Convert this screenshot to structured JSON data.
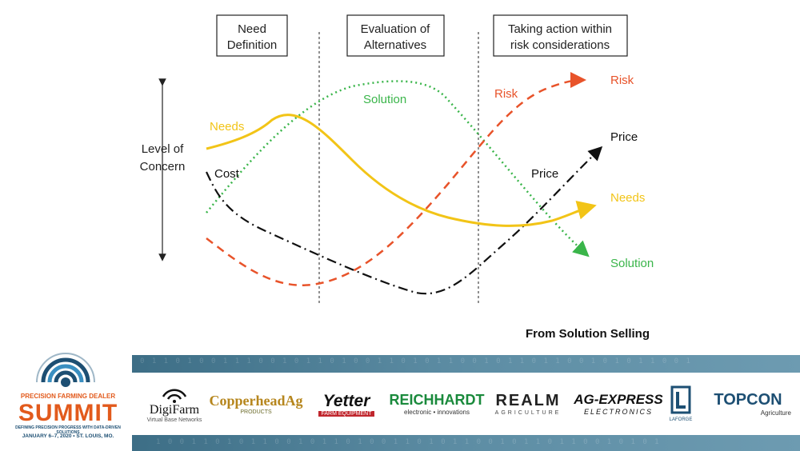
{
  "phases": [
    {
      "line1": "Need",
      "line2": "Definition"
    },
    {
      "line1": "Evaluation of",
      "line2": "Alternatives"
    },
    {
      "line1": "Taking action within",
      "line2": "risk considerations"
    }
  ],
  "axis": {
    "line1": "Level of",
    "line2": "Concern"
  },
  "curves": {
    "needs": {
      "label_start": "Needs",
      "label_end": "Needs",
      "color": "#f2c417"
    },
    "solution": {
      "label_start": "Solution",
      "label_end": "Solution",
      "color": "#3ab54a"
    },
    "risk": {
      "label_start": "Risk",
      "label_end": "Risk",
      "color": "#e8532a"
    },
    "price": {
      "label_start": "Cost",
      "label_mid": "Price",
      "label_end": "Price",
      "color": "#111111"
    }
  },
  "source": "From Solution Selling",
  "event": {
    "line1": "PRECISION FARMING DEALER",
    "line2": "SUMMIT",
    "line3": "DEFINING PRECISION PROGRESS WITH DATA-DRIVEN SOLUTIONS",
    "line4": "JANUARY 6–7, 2020 • ST. LOUIS, MO."
  },
  "sponsors": [
    {
      "name": "DigiFarm",
      "sub": "Virtual Base Networks"
    },
    {
      "name": "CopperheadAg",
      "sub": "PRODUCTS"
    },
    {
      "name": "Yetter",
      "sub": "FARM EQUIPMENT"
    },
    {
      "name": "REICHHARDT",
      "sub": "electronic • innovations"
    },
    {
      "name": "REALM",
      "sub": "AGRICULTURE"
    },
    {
      "name": "AG-EXPRESS",
      "sub": "ELECTRONICS"
    },
    {
      "name": "LAFORGE",
      "sub": ""
    },
    {
      "name": "TOPCON",
      "sub": "Agriculture"
    }
  ],
  "colors": {
    "band": "#4e7f97",
    "summit_orange": "#e25a1c",
    "summit_blue": "#1d4f73"
  }
}
